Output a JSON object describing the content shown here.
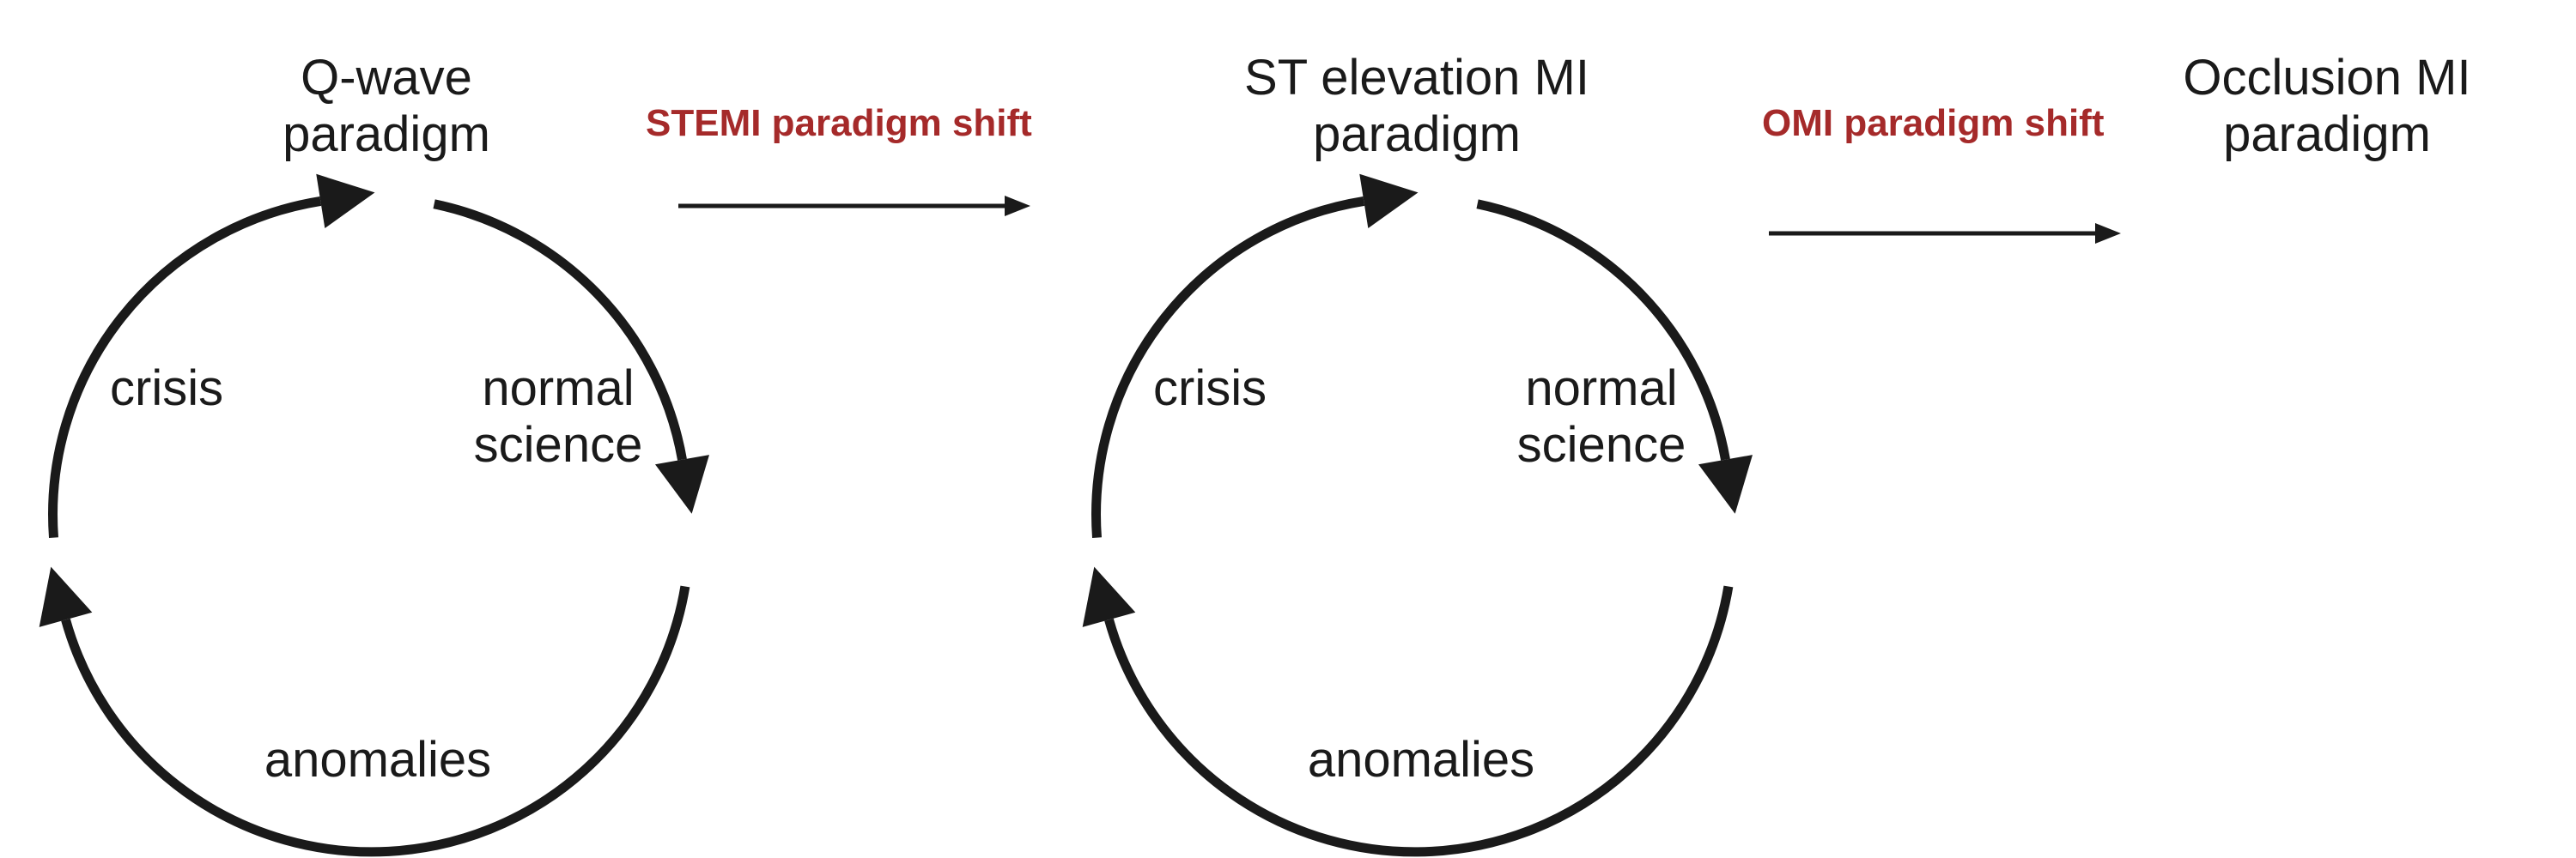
{
  "colors": {
    "ink": "#1a1a1a",
    "shift_text": "#a52a2a",
    "background": "#ffffff"
  },
  "paradigms": [
    {
      "id": "q-wave",
      "title": "Q-wave\nparadigm"
    },
    {
      "id": "stemi",
      "title": "ST elevation MI\nparadigm"
    },
    {
      "id": "omi",
      "title": "Occlusion MI\nparadigm"
    }
  ],
  "shifts": [
    {
      "id": "stemi-shift",
      "label": "STEMI paradigm shift"
    },
    {
      "id": "omi-shift",
      "label": "OMI paradigm shift"
    }
  ],
  "cycles": [
    {
      "id": "cycle-1",
      "stages": {
        "normal": "normal\nscience",
        "anomalies": "anomalies",
        "crisis": "crisis"
      }
    },
    {
      "id": "cycle-2",
      "stages": {
        "normal": "normal\nscience",
        "anomalies": "anomalies",
        "crisis": "crisis"
      }
    }
  ]
}
